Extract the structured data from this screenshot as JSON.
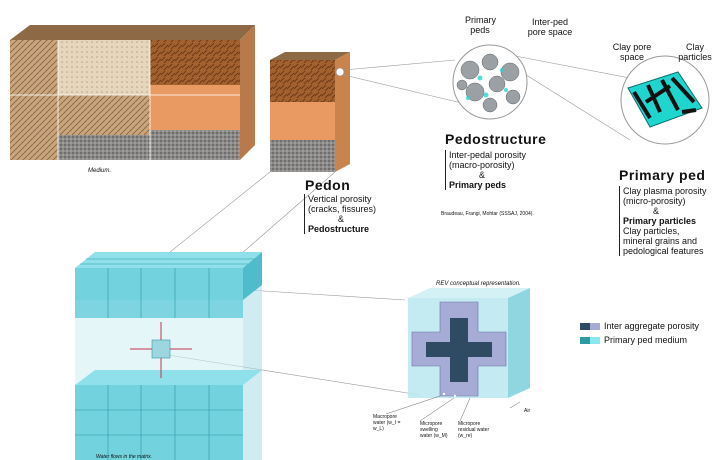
{
  "labels": {
    "medium": "Medium.",
    "pedon_title": "Pedon",
    "pedon_line1": "Vertical porosity",
    "pedon_line2": "(cracks, fissures)",
    "pedon_amp": "&",
    "pedon_bold": "Pedostructure",
    "primary_peds": "Primary peds",
    "inter_ped": "Inter-ped pore space",
    "pedostructure_title": "Pedostructure",
    "ps_line1": "Inter-pedal porosity",
    "ps_line2": "(macro-porosity)",
    "ps_amp": "&",
    "ps_bold": "Primary peds",
    "citation": "Braudeau, Frangi, Mohtar (SSSAJ, 2004).",
    "clay_pore": "Clay pore space",
    "clay_particles": "Clay particles",
    "primary_ped_title": "Primary ped",
    "pp_line1": "Clay plasma porosity",
    "pp_line2": "(micro-porosity)",
    "pp_amp": "&",
    "pp_bold": "Primary particles",
    "pp_line3": "Clay particles,",
    "pp_line4": "mineral grains and",
    "pp_line5": "pedological features",
    "rev_caption": "REV conceptual representation.",
    "water_flows": "Water flows in the matrix.",
    "macropore_water": "Macropore water (w_I = w_L)",
    "micropore_swelling": "Micropore swelling water (w_M)",
    "micropore_residual": "Micropore residual water (w_re)",
    "air": "Air"
  },
  "legend": [
    {
      "label": "Inter aggregate porosity",
      "color_dark": "#2f4a63",
      "color_light": "#a7acd6"
    },
    {
      "label": "Primary ped medium",
      "color_dark": "#2a9aa3",
      "color_light": "#8ae8ee"
    }
  ],
  "colors": {
    "cube_top": "#8fe0ea",
    "cube_side": "#4fbccb",
    "cube_front": "#72d2de",
    "clay_particle": "#1fd6cf",
    "ped_grey": "#9aa0a3"
  }
}
